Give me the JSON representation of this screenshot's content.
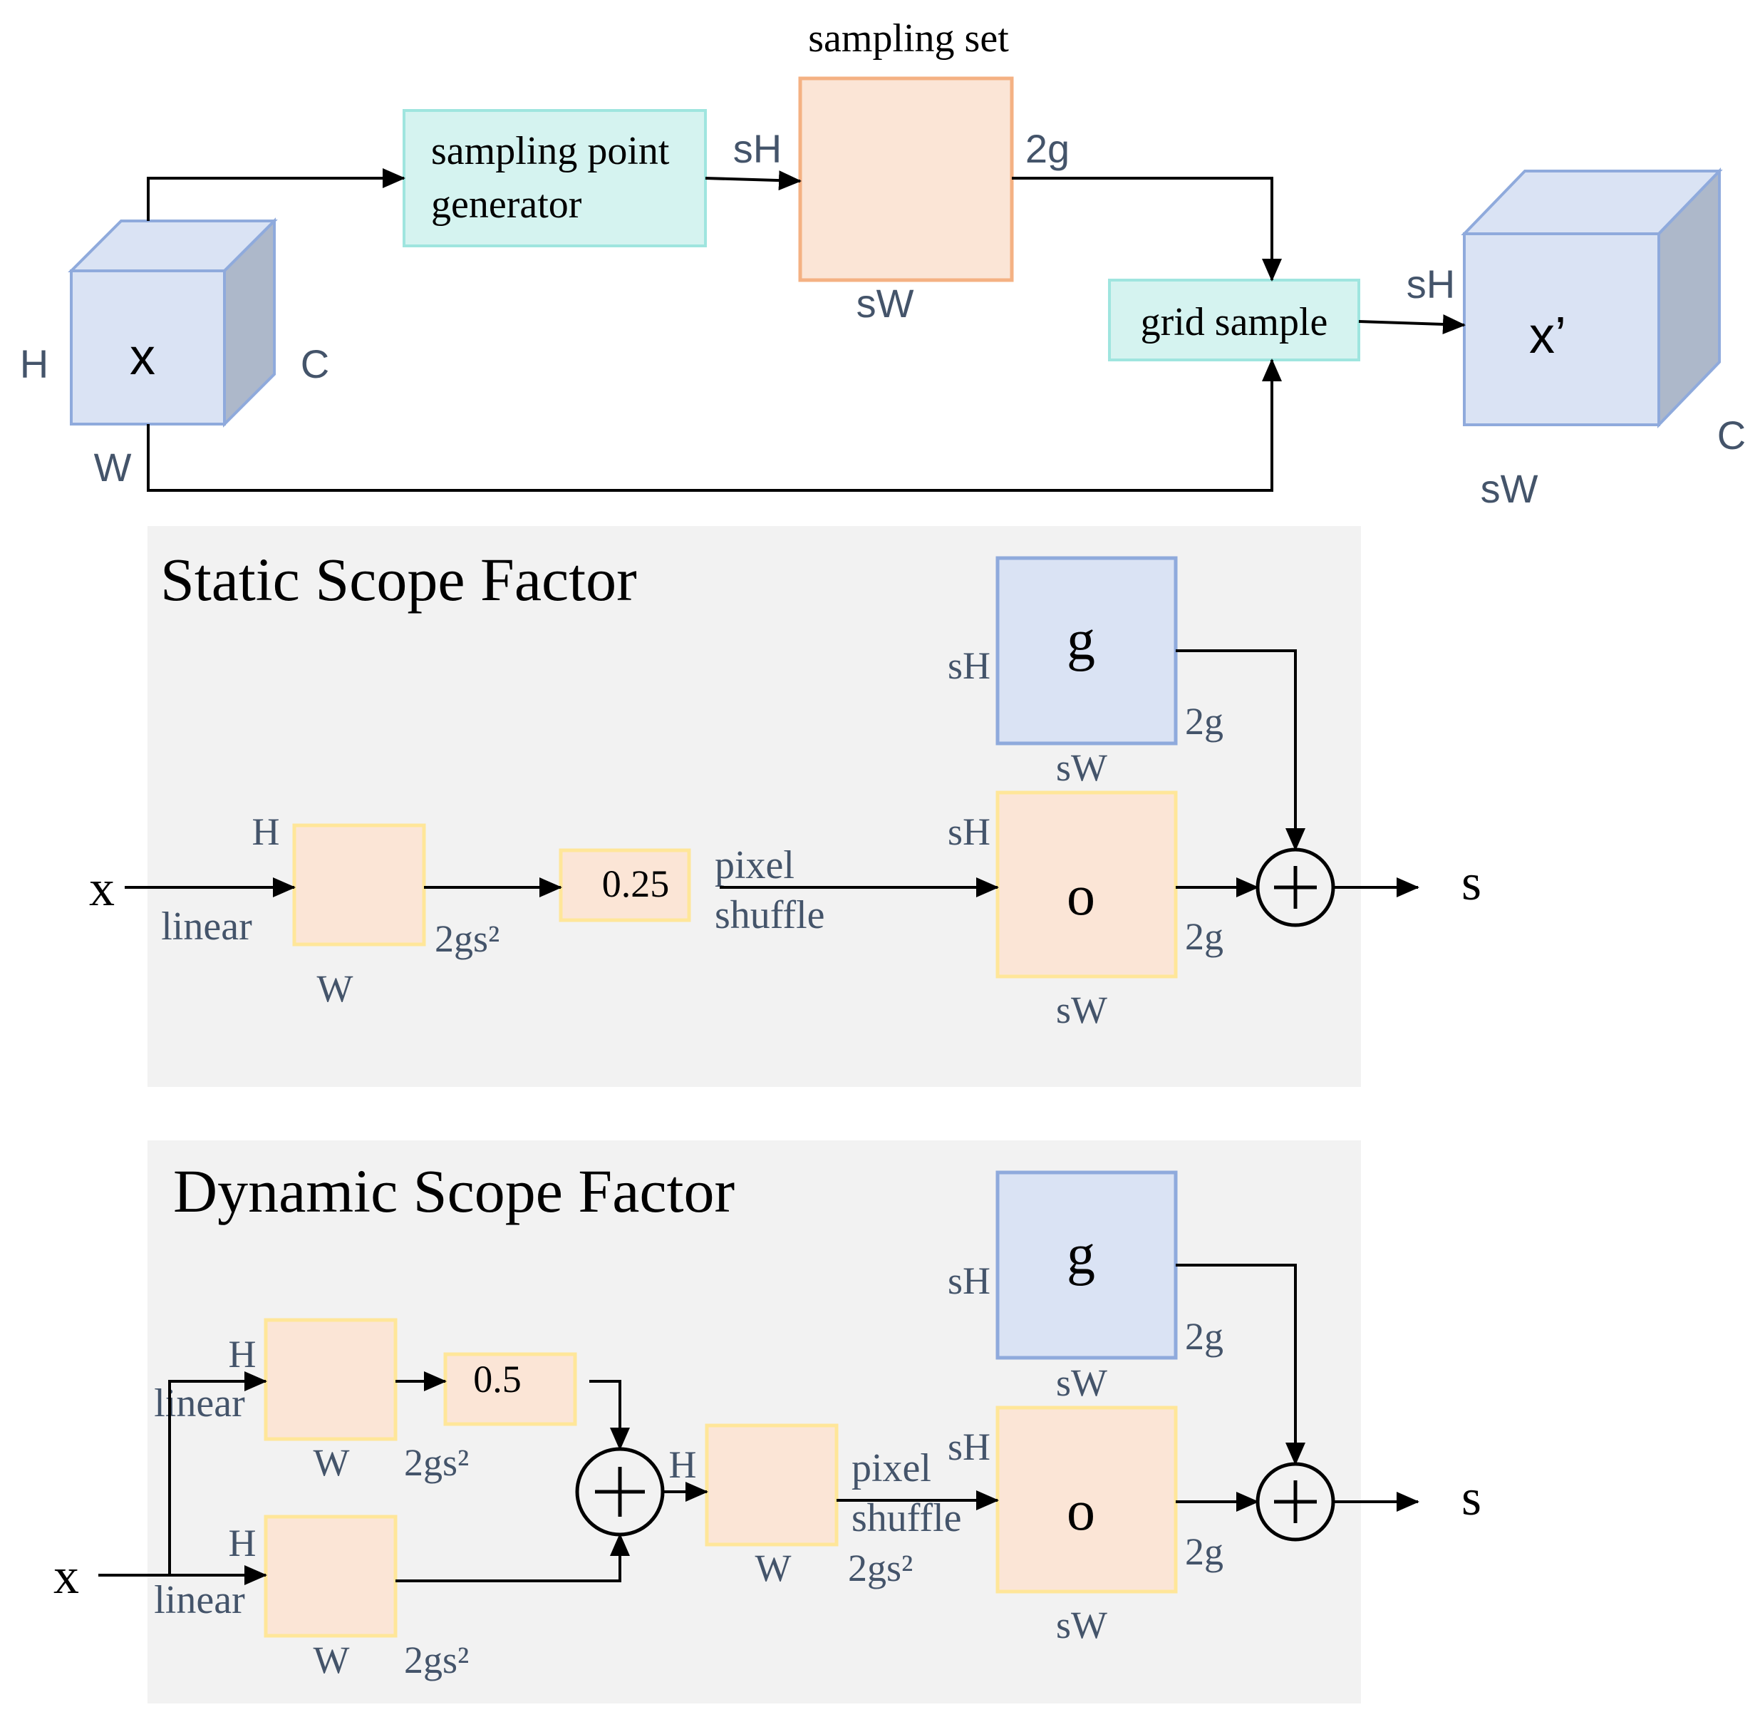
{
  "colors": {
    "cube_front": "#dae3f4",
    "cube_top": "#dae3f4",
    "cube_side": "#adb8ca",
    "cube_edge": "#8faadc",
    "teal_fill": "#d5f3f0",
    "teal_edge": "#9fe5df",
    "orange_fill": "#fbe5d6",
    "orange_edge": "#f4b183",
    "yellow_edge": "#ffe699",
    "panel": "#f2f2f2",
    "dim_text": "#44546a",
    "arrow": "#000000"
  },
  "top": {
    "input_cube": {
      "label": "x",
      "h": "H",
      "w": "W",
      "c": "C"
    },
    "generator": {
      "line1": "sampling point",
      "line2": "generator"
    },
    "sampling_set": {
      "title": "sampling set",
      "h": "sH",
      "w": "sW",
      "c": "2g"
    },
    "grid_sample": {
      "label": "grid sample"
    },
    "output_cube": {
      "label": "x’",
      "h": "sH",
      "w": "sW",
      "c": "C"
    }
  },
  "static": {
    "title": "Static Scope Factor",
    "input": "x",
    "linear": "linear",
    "feat": {
      "h": "H",
      "w": "W",
      "c": "2gs²"
    },
    "scale": "0.25",
    "pixel_shuffle": {
      "line1": "pixel",
      "line2": "shuffle"
    },
    "g_box": {
      "label": "g",
      "h": "sH",
      "w": "sW",
      "c": "2g"
    },
    "o_box": {
      "label": "o",
      "h": "sH",
      "w": "sW",
      "c": "2g"
    },
    "output": "s"
  },
  "dynamic": {
    "title": "Dynamic Scope Factor",
    "input": "x",
    "linear_top": "linear",
    "linear_bottom": "linear",
    "feat_top": {
      "h": "H",
      "w": "W",
      "c": "2gs²"
    },
    "feat_bottom": {
      "h": "H",
      "w": "W",
      "c": "2gs²"
    },
    "scale": "0.5",
    "feat_mid": {
      "h": "H",
      "w": "W",
      "c": "2gs²"
    },
    "pixel_shuffle": {
      "line1": "pixel",
      "line2": "shuffle"
    },
    "g_box": {
      "label": "g",
      "h": "sH",
      "w": "sW",
      "c": "2g"
    },
    "o_box": {
      "label": "o",
      "h": "sH",
      "w": "sW",
      "c": "2g"
    },
    "output": "s"
  }
}
